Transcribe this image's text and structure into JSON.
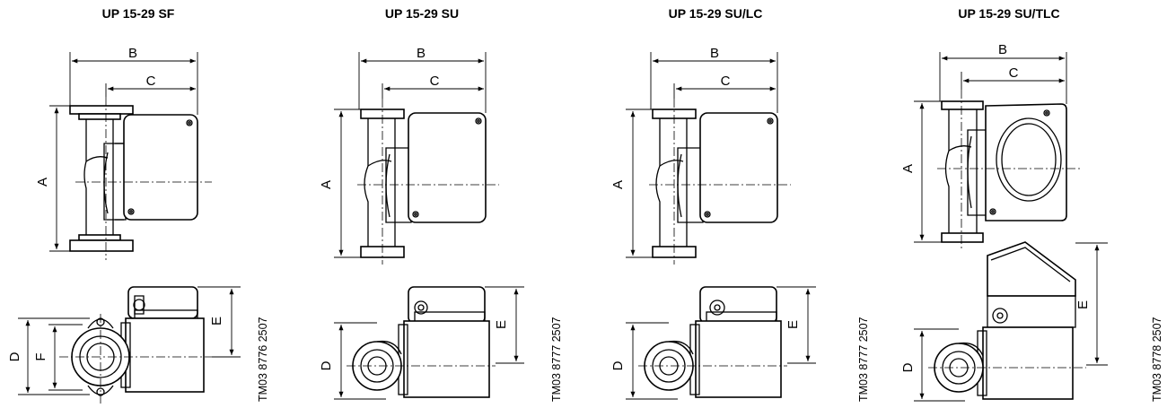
{
  "panels": [
    {
      "title": "UP 15-29 SF",
      "code": "TM03 8776 2507",
      "labels": {
        "A": "A",
        "B": "B",
        "C": "C",
        "D": "D",
        "E": "E",
        "F": "F"
      }
    },
    {
      "title": "UP 15-29 SU",
      "code": "TM03 8777 2507",
      "labels": {
        "A": "A",
        "B": "B",
        "C": "C",
        "D": "D",
        "E": "E"
      }
    },
    {
      "title": "UP 15-29 SU/LC",
      "code": "TM03 8777 2507",
      "labels": {
        "A": "A",
        "B": "B",
        "C": "C",
        "D": "D",
        "E": "E"
      }
    },
    {
      "title": "UP 15-29 SU/TLC",
      "code": "TM03 8778 2507",
      "labels": {
        "A": "A",
        "B": "B",
        "C": "C",
        "D": "D",
        "E": "E"
      }
    }
  ]
}
